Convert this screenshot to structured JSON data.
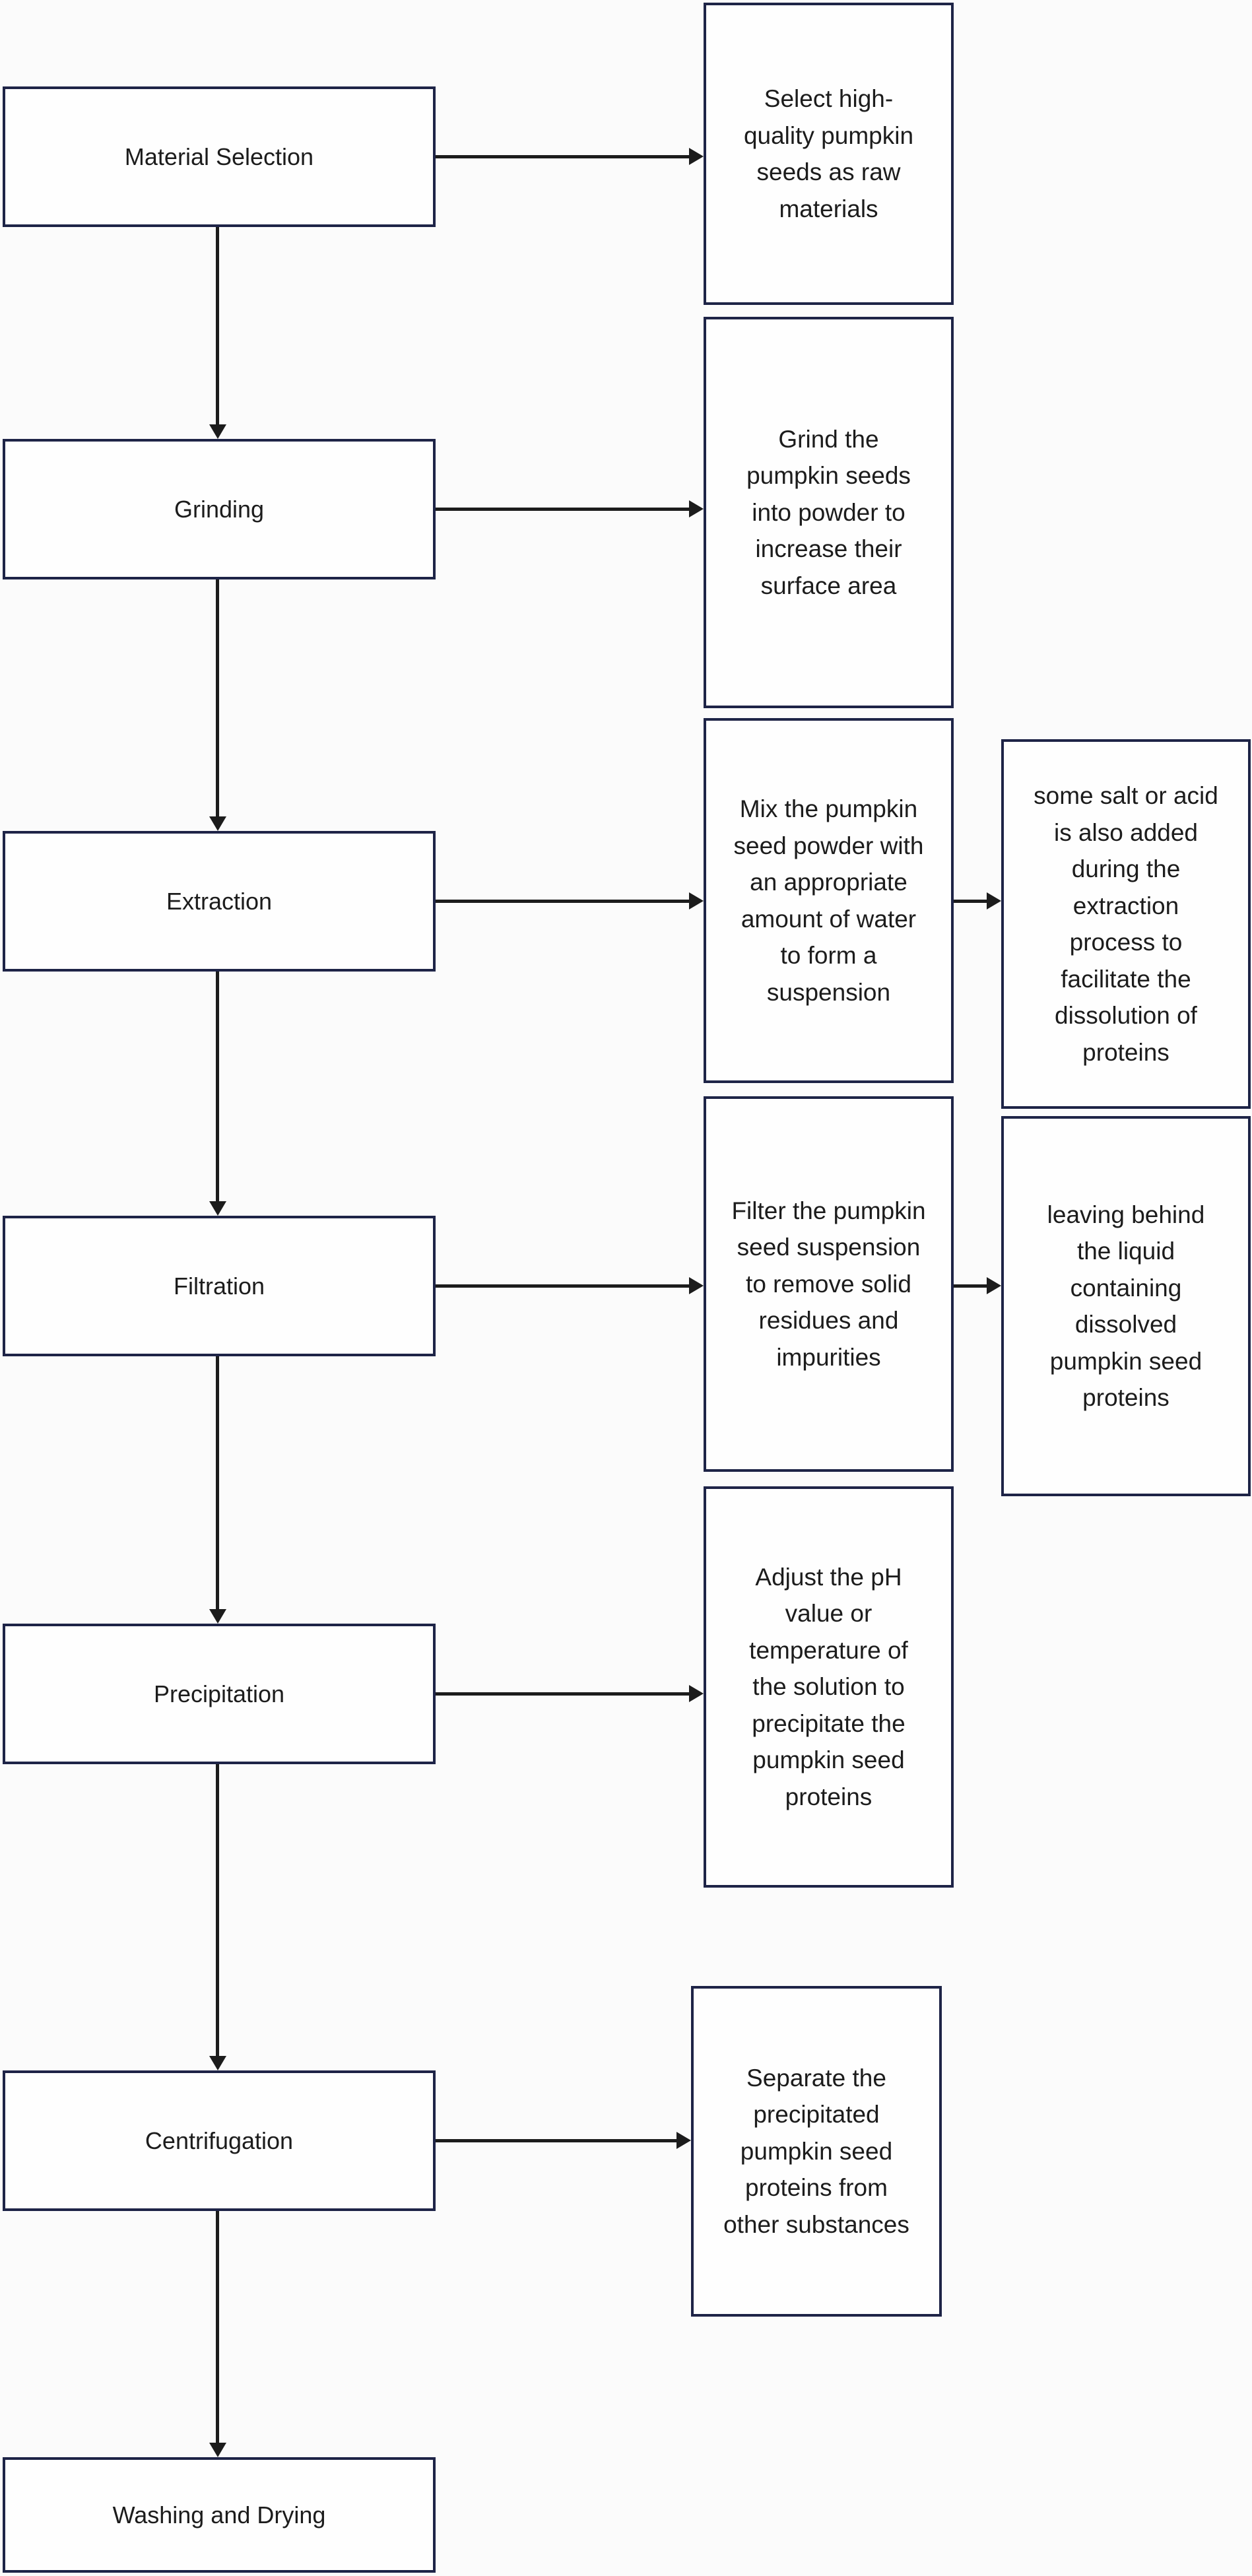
{
  "flowchart": {
    "type": "process-flow-diagram",
    "subject": "Pumpkin seed protein extraction process",
    "colors": {
      "background": "#fbfbfb",
      "box_fill": "#fefefe",
      "box_border": "#1e2447",
      "connector": "#1c1c1c",
      "text": "#1c1c1c"
    },
    "steps": [
      {
        "label": "Material Selection",
        "description_lines": [
          "Select high-",
          "quality pumpkin",
          "seeds as raw",
          "materials"
        ]
      },
      {
        "label": "Grinding",
        "description_lines": [
          "Grind the",
          "pumpkin seeds",
          "into powder to",
          "increase their",
          "surface area"
        ]
      },
      {
        "label": "Extraction",
        "description_lines": [
          "Mix the pumpkin",
          "seed powder with",
          "an appropriate",
          "amount of water",
          "to form a",
          "suspension"
        ]
      },
      {
        "label": "Filtration",
        "description_lines": [
          "Filter the pumpkin",
          "seed suspension",
          "to remove solid",
          "residues and",
          "impurities"
        ]
      },
      {
        "label": "Precipitation",
        "description_lines": [
          "Adjust the pH",
          "value or",
          "temperature of",
          "the solution to",
          "precipitate the",
          "pumpkin seed",
          "proteins"
        ]
      },
      {
        "label": "Centrifugation",
        "description_lines": [
          "Separate the",
          "precipitated",
          "pumpkin seed",
          "proteins from",
          "other substances"
        ]
      },
      {
        "label": "Washing and Drying"
      }
    ],
    "notes": [
      {
        "note_for": "Extraction",
        "lines": [
          "some salt or acid",
          "is also added",
          "during the",
          "extraction",
          "process to",
          "facilitate the",
          "dissolution of",
          "proteins"
        ]
      },
      {
        "note_for": "Filtration",
        "lines": [
          "leaving behind",
          "the liquid",
          "containing",
          "dissolved",
          "pumpkin seed",
          "proteins"
        ]
      }
    ]
  }
}
